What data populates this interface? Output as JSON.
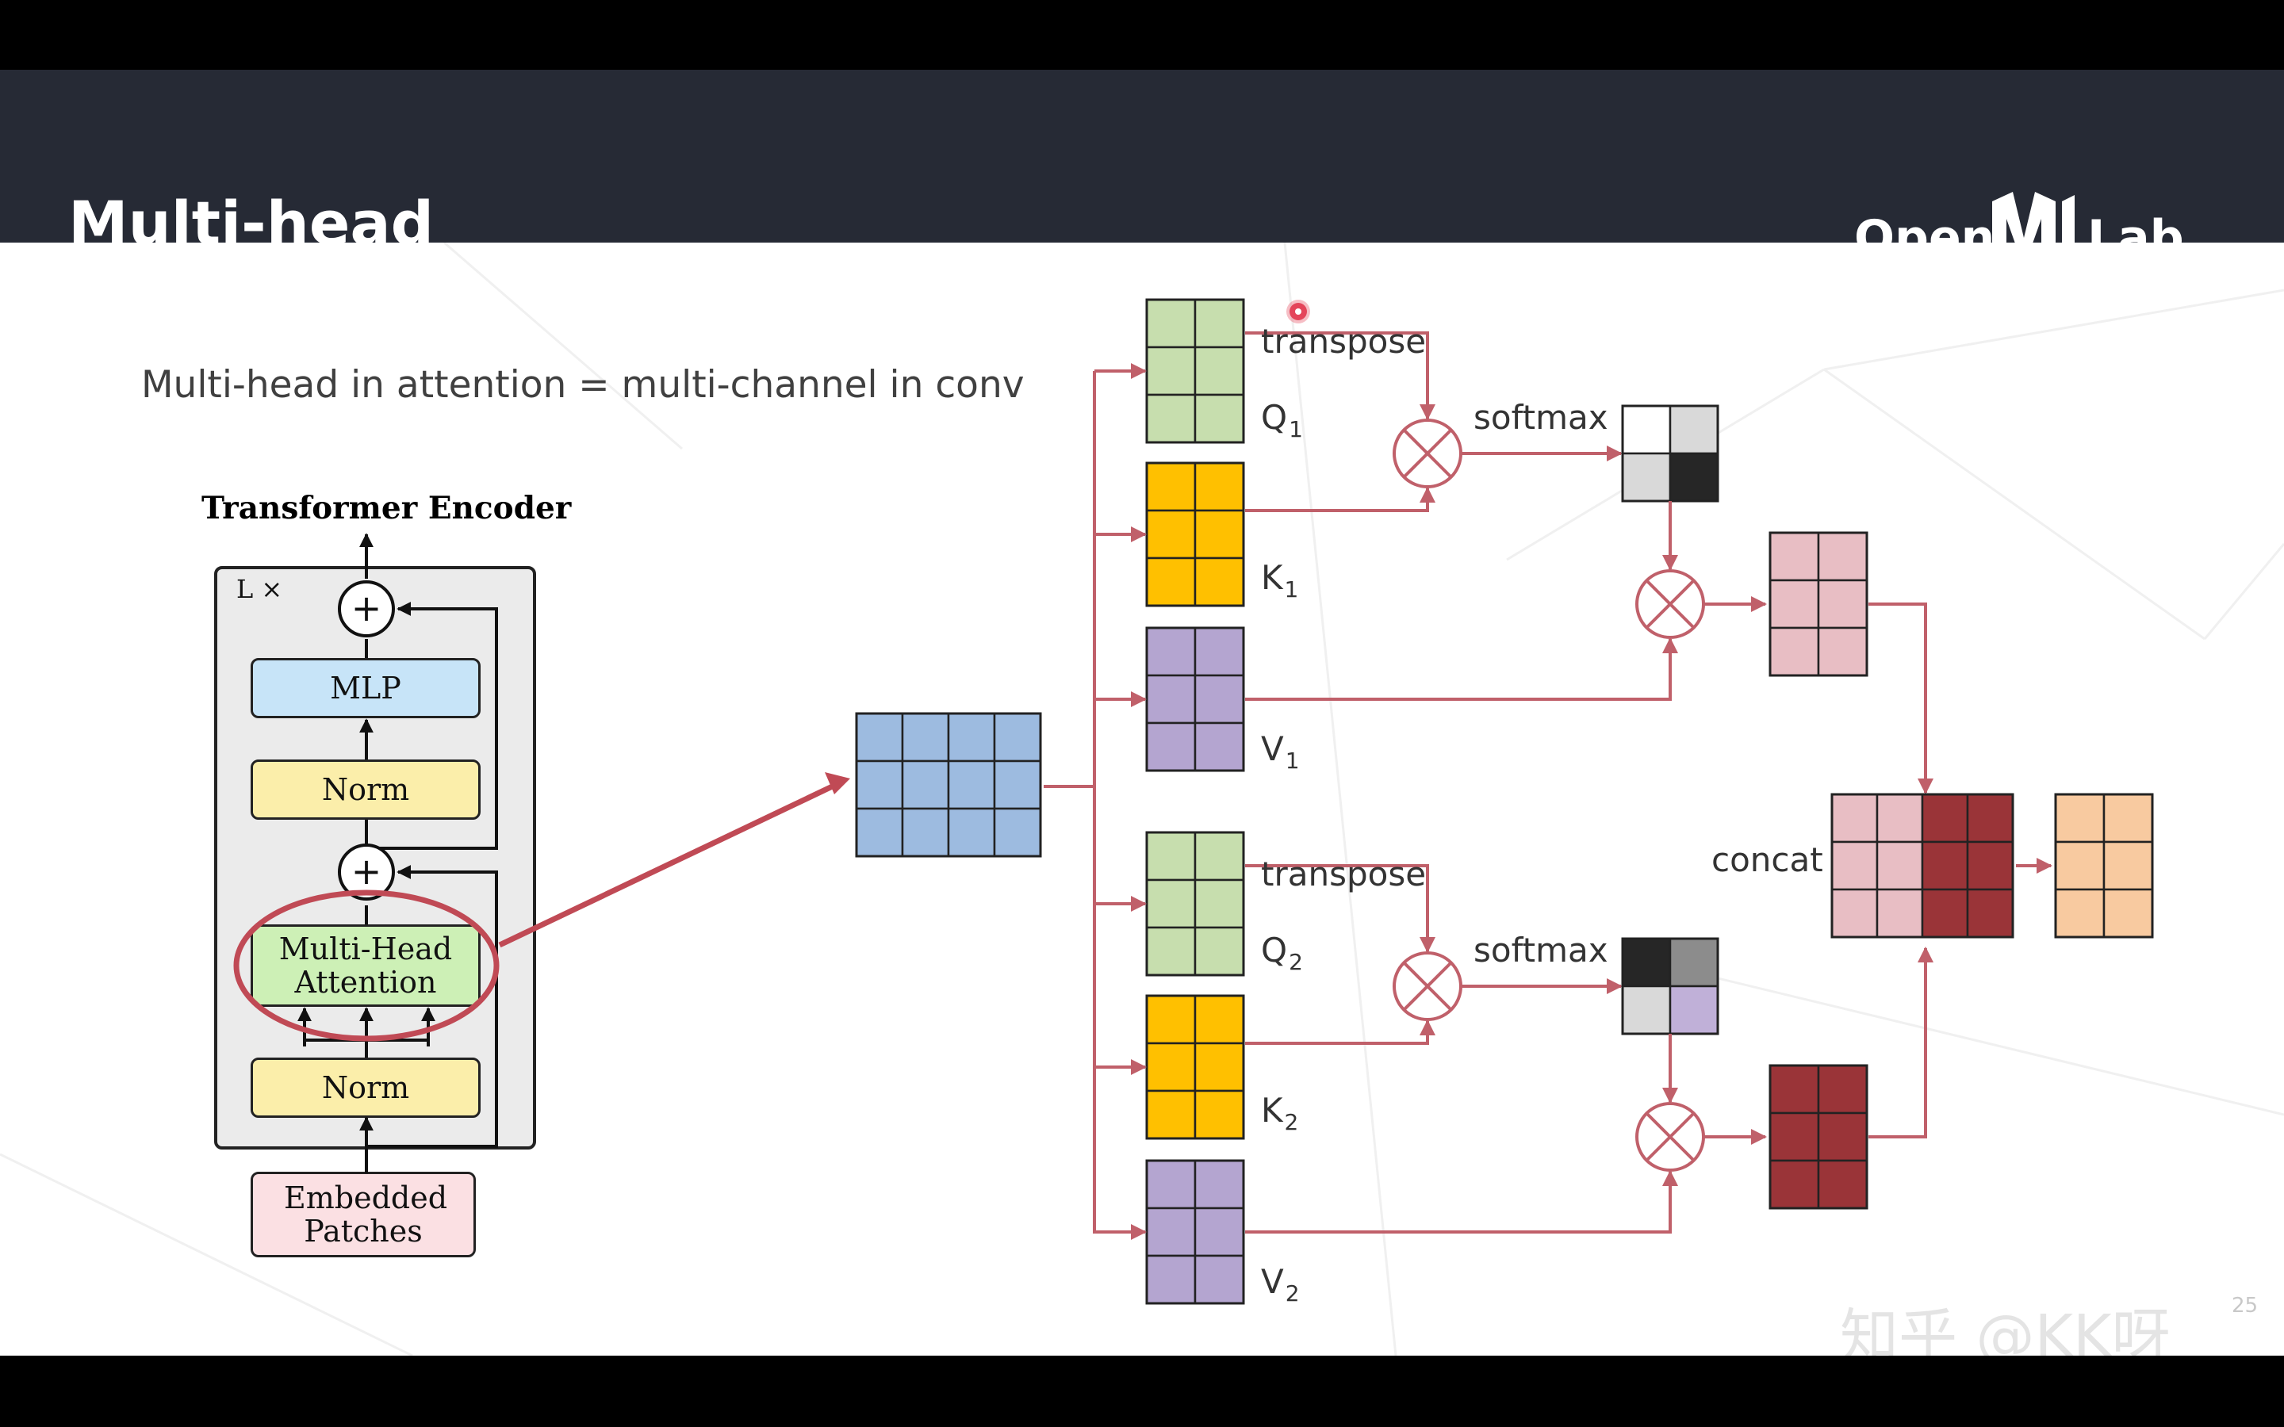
{
  "header": {
    "title": "Multi-head",
    "logo_text": "OpenMMLab"
  },
  "slide": {
    "subtitle": "Multi-head in attention = multi-channel in conv",
    "slide_number": "25",
    "watermark": "知乎 @KK呀"
  },
  "encoder": {
    "title": "Transformer Encoder",
    "repeat": "L ×",
    "plus": "+",
    "mlp": "MLP",
    "norm_top": "Norm",
    "mha": "Multi-Head Attention",
    "norm_bottom": "Norm",
    "embedded": "Embedded Patches"
  },
  "heads": [
    {
      "transpose": "transpose",
      "softmax": "softmax",
      "q": {
        "letter": "Q",
        "sub": "1"
      },
      "k": {
        "letter": "K",
        "sub": "1"
      },
      "v": {
        "letter": "V",
        "sub": "1"
      },
      "softmax_cells": [
        "#ffffff",
        "#d9d9d9",
        "#d9d9d9",
        "#262626"
      ],
      "output_color": "#e8bec4"
    },
    {
      "transpose": "transpose",
      "softmax": "softmax",
      "q": {
        "letter": "Q",
        "sub": "2"
      },
      "k": {
        "letter": "K",
        "sub": "2"
      },
      "v": {
        "letter": "V",
        "sub": "2"
      },
      "softmax_cells": [
        "#262626",
        "#8c8c8c",
        "#d9d9d9",
        "#c0b0d8"
      ],
      "output_color": "#9a3438"
    }
  ],
  "concat_label": "concat",
  "colors": {
    "header_bg": "#262a35",
    "input_matrix": "#9dbbe0",
    "q": "#c7deae",
    "k": "#ffc000",
    "v": "#b4a5d0",
    "final_output": "#f8caa0",
    "arrow": "#c0606a",
    "highlight_ellipse": "#c04a55"
  }
}
